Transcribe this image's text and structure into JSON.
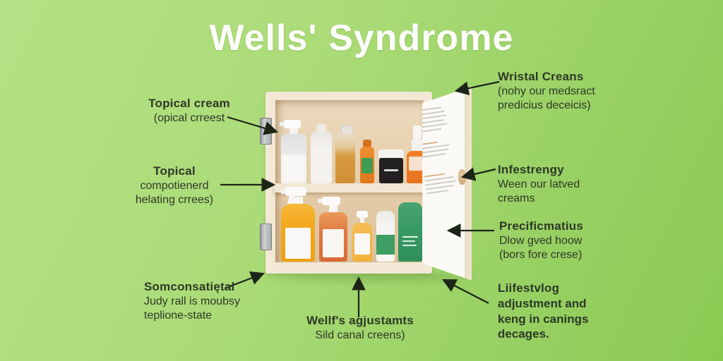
{
  "title": "Wells' Syndrome",
  "colors": {
    "background": "#a8da74",
    "title": "#fdfefb",
    "label_text": "#2e3826",
    "arrow": "#1d2517",
    "cabinet_frame": "#f3e8d5",
    "cabinet_interior": "#e4cca9",
    "door": "#fbfaf6",
    "accent_orange": "#f3a81e",
    "accent_green_tube": "#3a9a66"
  },
  "labels": {
    "left1": {
      "heading": "Topical cream",
      "lines": [
        "(opical crreest"
      ]
    },
    "left2": {
      "heading": "Topical",
      "lines": [
        "compotienerd",
        "helating crrees)"
      ]
    },
    "left3": {
      "heading": "Somconsatiętal",
      "lines": [
        "Judy rall is moubsy",
        "teplione-state"
      ]
    },
    "bottom": {
      "heading": "Wellf's agjustamts",
      "lines": [
        "Sild canal creens)"
      ]
    },
    "right1": {
      "heading": "Wristal Creans",
      "lines": [
        "(nohy our medsract",
        "predicius deceicis)"
      ]
    },
    "right2": {
      "heading": "Infestrengy",
      "lines": [
        "Ween our latved",
        "creams"
      ]
    },
    "right3": {
      "heading": "Precificmatius",
      "lines": [
        "Dlow gved hoow",
        "(bors fore crese)"
      ]
    },
    "right4": {
      "heading": "Liifestvlog",
      "lines": [
        "adjustment and",
        "keng in canings",
        "decages."
      ]
    }
  },
  "cabinet": {
    "shelves": 2,
    "items_top": [
      "clear-spray-bottle",
      "white-bottle",
      "amber-bottle",
      "small-orange-bottle-green-label",
      "black-jar-white-lid",
      "orange-pump-bottle"
    ],
    "items_bottom": [
      "large-orange-trigger-spray",
      "red-orange-trigger-spray",
      "small-yellow-pump-bottle",
      "white-tube-green-band",
      "green-tube"
    ]
  }
}
